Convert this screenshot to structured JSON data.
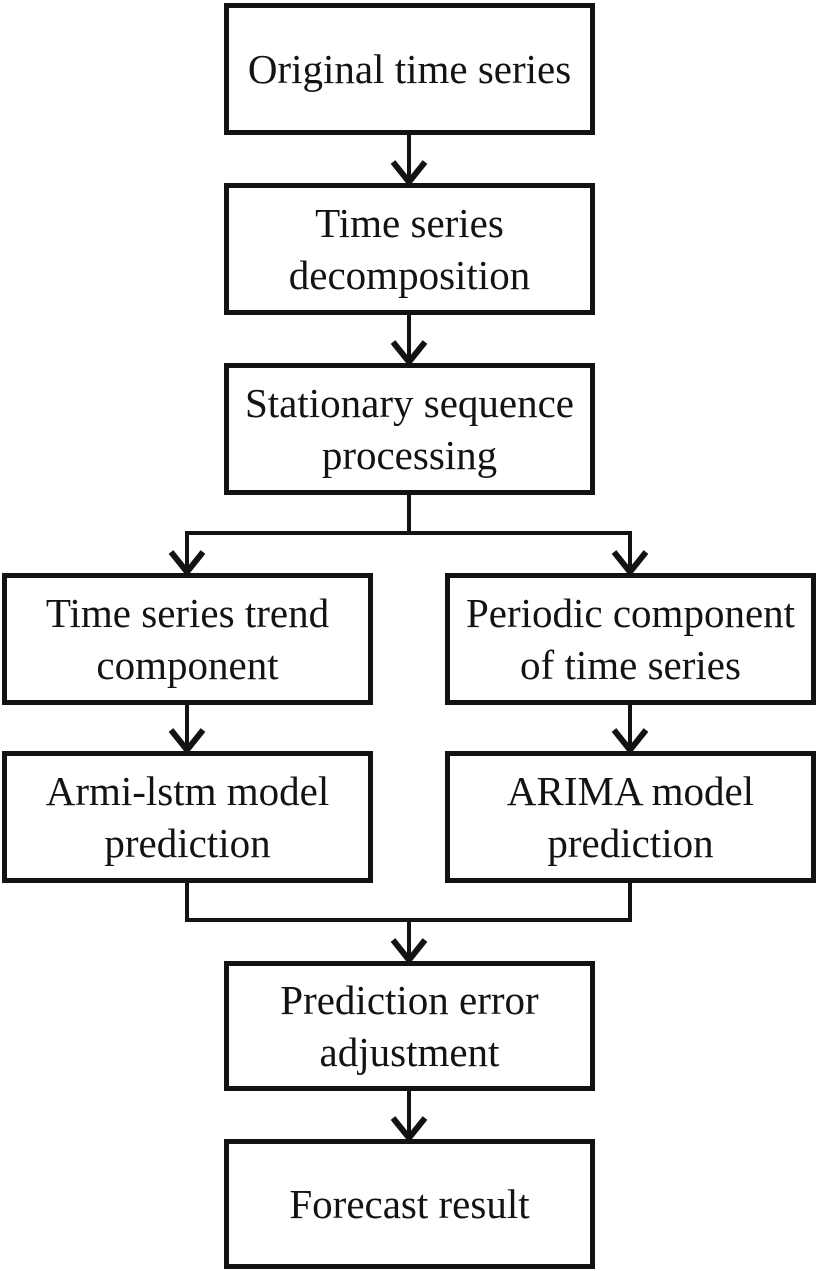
{
  "diagram": {
    "type": "flowchart",
    "background_color": "#ffffff",
    "line_color": "#131313",
    "box_fill_color": "#ffffff",
    "nodes": [
      {
        "id": "original",
        "label": "Original time series"
      },
      {
        "id": "decomposition",
        "label": "Time series decomposition"
      },
      {
        "id": "stationary",
        "label": "Stationary sequence processing"
      },
      {
        "id": "trend",
        "label": "Time series trend component"
      },
      {
        "id": "periodic",
        "label": "Periodic component of time series"
      },
      {
        "id": "armi_lstm",
        "label": "Armi-lstm model prediction"
      },
      {
        "id": "arima",
        "label": "ARIMA model prediction"
      },
      {
        "id": "error_adjustment",
        "label": "Prediction error adjustment"
      },
      {
        "id": "forecast",
        "label": "Forecast result"
      }
    ],
    "edges": [
      {
        "from": "original",
        "to": "decomposition"
      },
      {
        "from": "decomposition",
        "to": "stationary"
      },
      {
        "from": "stationary",
        "to": "trend"
      },
      {
        "from": "stationary",
        "to": "periodic"
      },
      {
        "from": "trend",
        "to": "armi_lstm"
      },
      {
        "from": "periodic",
        "to": "arima"
      },
      {
        "from": "armi_lstm",
        "to": "error_adjustment"
      },
      {
        "from": "arima",
        "to": "error_adjustment"
      },
      {
        "from": "error_adjustment",
        "to": "forecast"
      }
    ]
  }
}
